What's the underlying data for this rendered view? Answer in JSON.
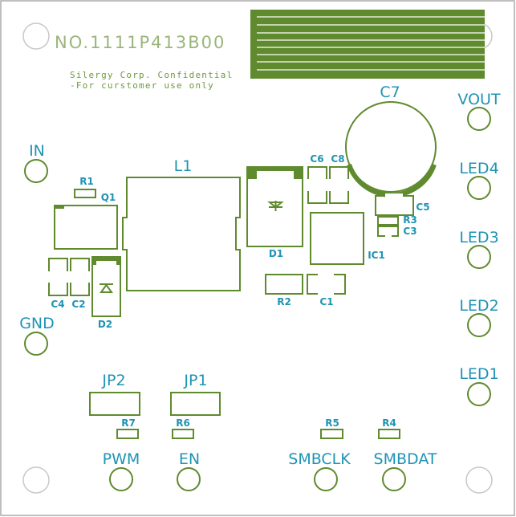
{
  "board": {
    "part_number": "NO.1111P413B00",
    "confidential_line1": "Silergy Corp. Confidential",
    "confidential_line2": "-For curstomer use only"
  },
  "terminals": {
    "in": "IN",
    "gnd": "GND",
    "vout": "VOUT",
    "led4": "LED4",
    "led3": "LED3",
    "led2": "LED2",
    "led1": "LED1",
    "pwm": "PWM",
    "en": "EN",
    "smbclk": "SMBCLK",
    "smbdat": "SMBDAT"
  },
  "components": {
    "c7": "C7",
    "l1": "L1",
    "r1": "R1",
    "q1": "Q1",
    "c4": "C4",
    "c2": "C2",
    "d2": "D2",
    "d1": "D1",
    "c6": "C6",
    "c8": "C8",
    "ic1": "IC1",
    "c5": "C5",
    "r3": "R3",
    "c3": "C3",
    "r2": "R2",
    "c1": "C1",
    "jp2": "JP2",
    "jp1": "JP1",
    "r7": "R7",
    "r6": "R6",
    "r5": "R5",
    "r4": "R4"
  },
  "colors": {
    "silk": "#5f8a2e",
    "label": "#1e94b4"
  }
}
